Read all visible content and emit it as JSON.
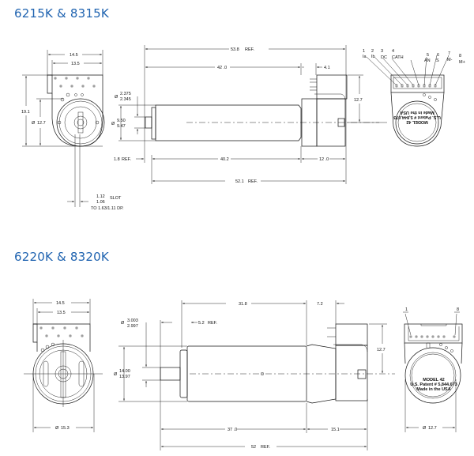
{
  "sections": [
    {
      "title": "6215K & 8315K",
      "front": {
        "w1": "14.5",
        "w2": "13.5",
        "h": "19.1",
        "dia_sym": "Ø",
        "dia": "12.7",
        "slot1": "1.12",
        "slot2": "1.06",
        "slot": "SLOT",
        "slot_depth": "TO 1.63/1.11 DP."
      },
      "side": {
        "overall": "53.8",
        "ref": "REF.",
        "a": "42 .0",
        "b": "4.1",
        "c": "12.7",
        "d": "40.2",
        "e": "12 .0",
        "f": "52.1",
        "flange": "1.8",
        "shaft_sym": "Ø",
        "shaft1": "2.375",
        "shaft2": "2.345",
        "boss_sym": "Ø",
        "boss1": "9.50",
        "boss2": "9.47"
      },
      "pins": [
        {
          "num": "1",
          "label": "Ia"
        },
        {
          "num": "2",
          "label": "Ib"
        },
        {
          "num": "3",
          "label": "DC"
        },
        {
          "num": "4",
          "label": "CATH"
        },
        {
          "num": "5",
          "label": "AN"
        },
        {
          "num": "6",
          "label": "S"
        },
        {
          "num": "7",
          "label": "M-"
        },
        {
          "num": "8",
          "label": "M+"
        }
      ],
      "label": {
        "l1": "MODEL 42",
        "l2": "U.S. Patent # 5,844,673",
        "l3": "Made in the USA"
      }
    },
    {
      "title": "6220K & 8320K",
      "front": {
        "w1": "14.5",
        "w2": "13.5",
        "dia_sym": "Ø",
        "dia": "15.3"
      },
      "side": {
        "a": "31.8",
        "b": "7.2",
        "c": "5.2",
        "ref": "REF.",
        "h": "12.7",
        "d": "37 .0",
        "e": "15.1",
        "f": "52",
        "shaft_sym": "Ø",
        "shaft1": "3.003",
        "shaft2": "2.997",
        "boss_sym": "Ø",
        "boss1": "14.00",
        "boss2": "13.97"
      },
      "pins": {
        "first": "1",
        "last": "8"
      },
      "label": {
        "l1": "MODEL 42",
        "l2": "U.S. Patent # 5,844,673",
        "l3": "Made in the USA"
      },
      "dia_sym": "Ø",
      "dia": "12.7"
    }
  ]
}
